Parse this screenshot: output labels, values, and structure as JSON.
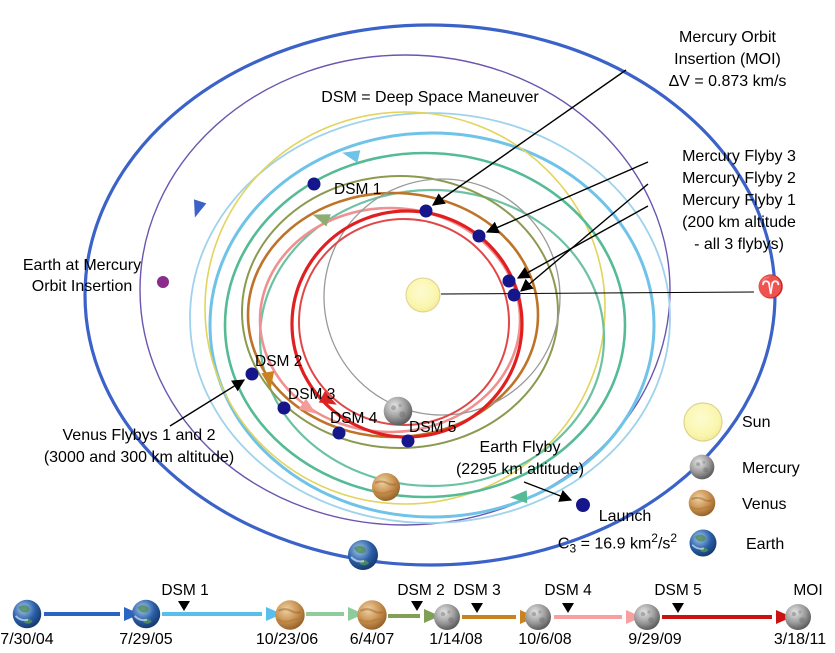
{
  "annotations": {
    "dsm_note": "DSM = Deep Space Maneuver",
    "moi": {
      "line1": "Mercury Orbit",
      "line2": "Insertion (MOI)",
      "line3": "ΔV = 0.873 km/s"
    },
    "mercury_flybys": {
      "line1": "Mercury Flyby 3",
      "line2": "Mercury Flyby 2",
      "line3": "Mercury Flyby 1",
      "line4": "(200 km altitude",
      "line5": "- all 3 flybys)"
    },
    "earth_at_moi": {
      "line1": "Earth at Mercury",
      "line2": "Orbit Insertion"
    },
    "venus_flybys": {
      "line1": "Venus Flybys 1 and 2",
      "line2": "(3000 and 300 km altitude)"
    },
    "earth_flyby": {
      "line1": "Earth Flyby",
      "line2": "(2295 km altitude)"
    },
    "launch": {
      "label": "Launch",
      "c3_base": "C",
      "c3_sub": "3",
      "c3_mid": " = 16.9 km",
      "c3_sup1": "2",
      "c3_mid2": "/s",
      "c3_sup2": "2"
    },
    "vernal_equinox_symbol": "♈",
    "dsm_labels": {
      "dsm1": "DSM 1",
      "dsm2": "DSM 2",
      "dsm3": "DSM 3",
      "dsm4": "DSM 4",
      "dsm5": "DSM 5"
    }
  },
  "legend": {
    "sun": "Sun",
    "mercury": "Mercury",
    "venus": "Venus",
    "earth": "Earth"
  },
  "timeline": {
    "events": [
      {
        "date": "7/30/04",
        "body": "earth"
      },
      {
        "date": "7/29/05",
        "body": "earth"
      },
      {
        "date": "10/23/06",
        "body": "venus"
      },
      {
        "date": "6/4/07",
        "body": "venus"
      },
      {
        "date": "1/14/08",
        "body": "mercury"
      },
      {
        "date": "10/6/08",
        "body": "mercury"
      },
      {
        "date": "9/29/09",
        "body": "mercury"
      },
      {
        "date": "3/18/11",
        "body": "mercury"
      }
    ],
    "maneuvers": {
      "dsm1": "DSM 1",
      "dsm2": "DSM 2",
      "dsm3": "DSM 3",
      "dsm4": "DSM 4",
      "dsm5": "DSM 5",
      "moi": "MOI"
    }
  },
  "colors": {
    "leg_launch": "#2B65C4",
    "leg_cruise_cyan": "#58BEEC",
    "leg_venus_green": "#90CB9C",
    "leg_olive": "#7FA055",
    "leg_orange": "#C8821E",
    "leg_pink": "#F8A0A0",
    "leg_final_red": "#CC1111",
    "orbit_outer_blue": "#3A62C8",
    "orbit_earth_purple": "#6C55B0",
    "orbit_yellow": "#E2D45C",
    "orbit_teal": "#55BB94",
    "orbit_red": "#E02020",
    "mercury_orbit_gray": "#999999",
    "event_dot_navy": "#15158C",
    "earth_at_moi_dot": "#8B2B8B",
    "sun_fill": "#FAF6AE"
  }
}
